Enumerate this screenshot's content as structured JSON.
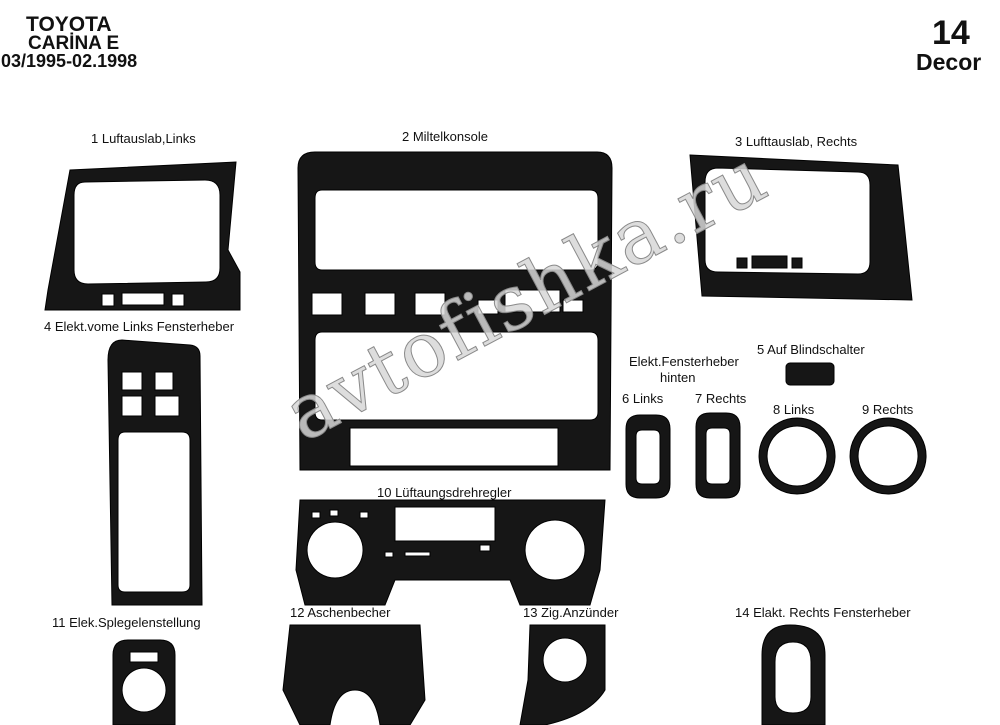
{
  "header": {
    "make": "TOYOTA",
    "model": "CARİNA E",
    "years": "03/1995-02.1998",
    "count": "14",
    "type": "Decor"
  },
  "labels": {
    "p1": "1  Luftauslab,Links",
    "p2": "2  Miltelkonsole",
    "p3": "3  Lufttauslab, Rechts",
    "p4": "4  Elekt.vome Links Fensterheber",
    "p5": "5  Auf Blindschalter",
    "rear_group_line1": "Elekt.Fensterheber",
    "rear_group_line2": "hinten",
    "p6": "6 Links",
    "p7": "7 Rechts",
    "p8": "8  Links",
    "p9": "9  Rechts",
    "p10": "10  Lüftaungsdrehregler",
    "p11": "11  Elek.Splegelenstellung",
    "p12": "12 Aschenbecher",
    "p13": "13  Zig.Anzünder",
    "p14": "14  Elakt. Rechts Fensterheber"
  },
  "watermark": "avtofishka.ru",
  "colors": {
    "part": "#161616",
    "background": "#ffffff"
  }
}
